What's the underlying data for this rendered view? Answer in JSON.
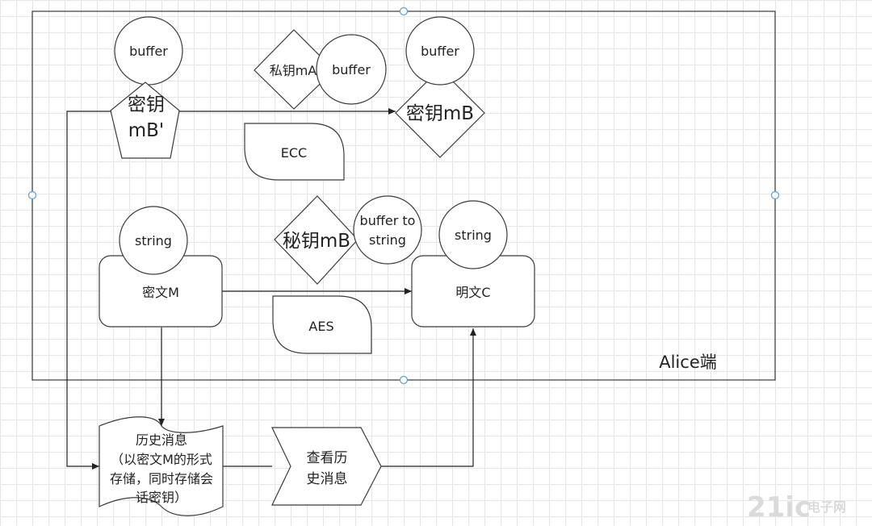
{
  "container_label": "Alice端",
  "nodes": {
    "buffer_top_left": "buffer",
    "key_mb_prime_line1": "密钥",
    "key_mb_prime_line2": "mB'",
    "private_key_ma": "私钥mA",
    "buffer_middle": "buffer",
    "buffer_top_right": "buffer",
    "key_mb": "密钥mB",
    "ecc": "ECC",
    "string_left": "string",
    "ciphertext_m": "密文M",
    "secret_key_mb": "秘钥mB",
    "buffer_to_string_line1": "buffer to",
    "buffer_to_string_line2": "string",
    "string_right": "string",
    "plaintext_c": "明文C",
    "aes": "AES",
    "history_line1": "历史消息",
    "history_line2": "（以密文M的形式",
    "history_line3": "存储，同时存储会",
    "history_line4": "话密钥）",
    "view_history_line1": "查看历",
    "view_history_line2": "史消息"
  },
  "watermark": {
    "main": "21ic",
    "sub": "电子网"
  }
}
